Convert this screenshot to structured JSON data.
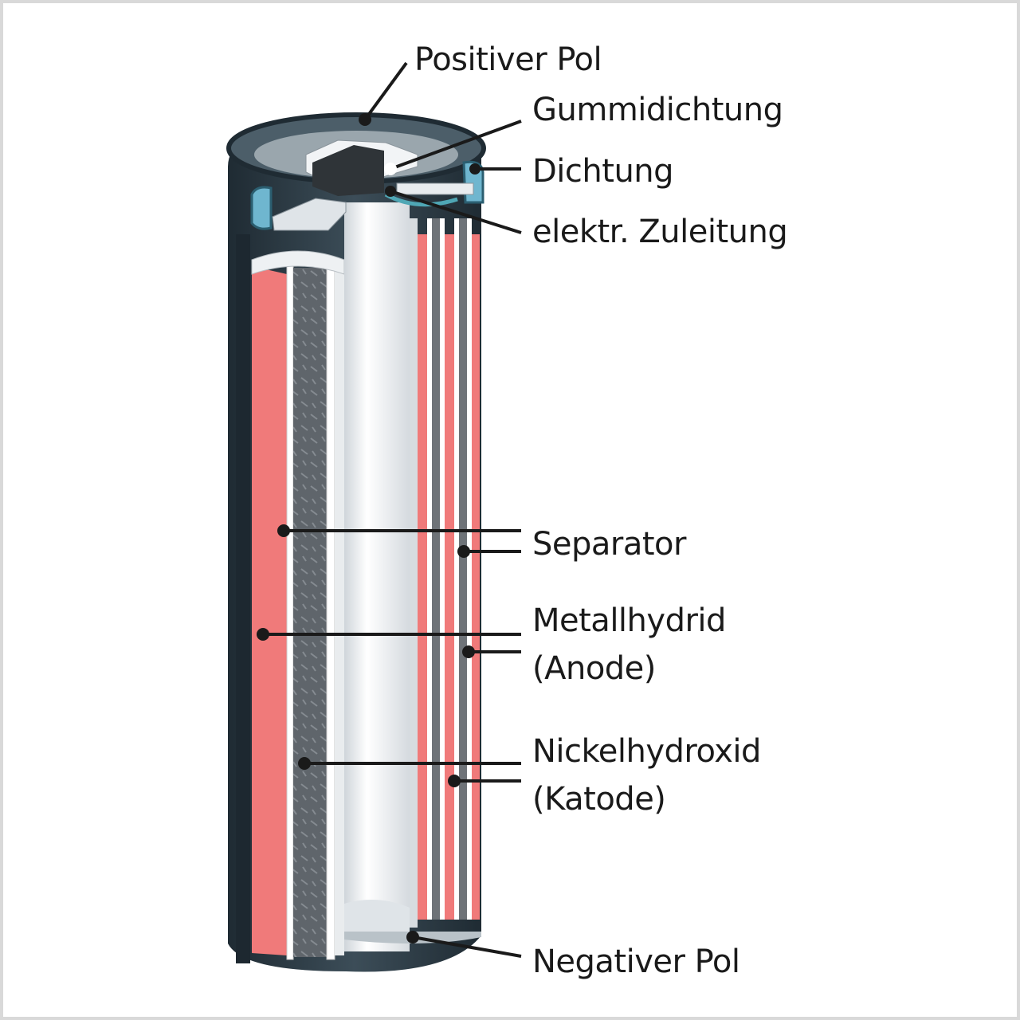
{
  "labels": {
    "positive_pole": "Positiver Pol",
    "rubber_seal": "Gummidichtung",
    "seal": "Dichtung",
    "lead": "elektr. Zuleitung",
    "separator": "Separator",
    "anode_line1": "Metallhydrid",
    "anode_line2": "(Anode)",
    "cathode_line1": "Nickelhydroxid",
    "cathode_line2": "(Katode)",
    "negative_pole": "Negativer Pol"
  },
  "colors": {
    "cathode_layer": "#f07a7a",
    "anode_layer": "#6e7378",
    "separator_layer": "#ffffff",
    "casing": "#2b3a44",
    "seal": "#6fb6cf",
    "leader_line": "#1a1a1a"
  }
}
